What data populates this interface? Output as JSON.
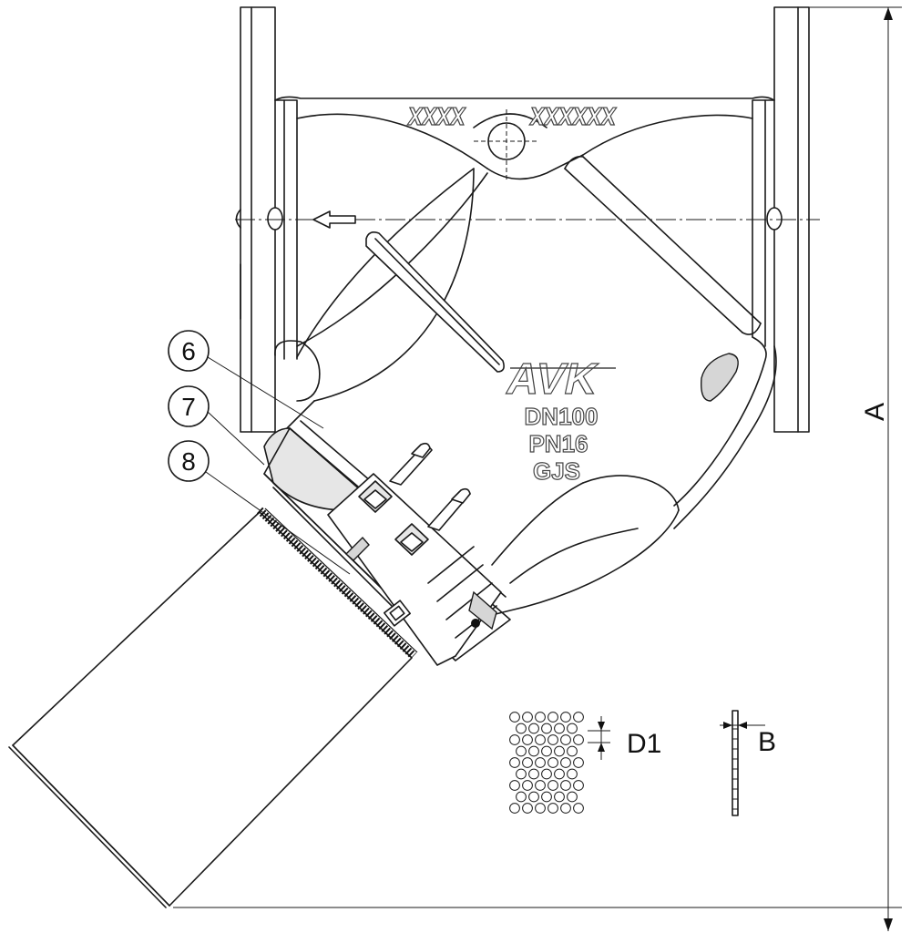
{
  "markings": {
    "brand": "AVK",
    "size": "DN100",
    "pressure": "PN16",
    "material": "GJS",
    "cast_left": "XXXX",
    "cast_right": "XXXXXX"
  },
  "callouts": [
    {
      "number": "6"
    },
    {
      "number": "7"
    },
    {
      "number": "8"
    }
  ],
  "dimensions": {
    "overall": "A",
    "perforation": "D1",
    "thickness": "B"
  }
}
